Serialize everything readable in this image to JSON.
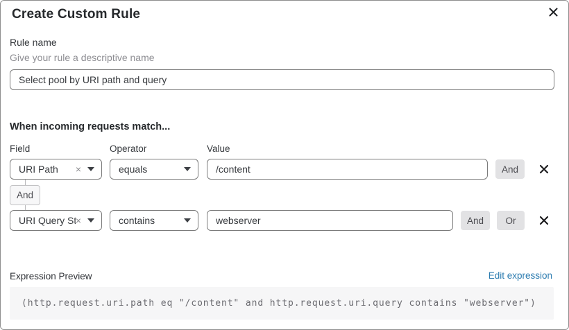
{
  "dialog": {
    "title": "Create Custom Rule"
  },
  "rule_name": {
    "label": "Rule name",
    "help": "Give your rule a descriptive name",
    "value": "Select pool by URI path and query"
  },
  "matcher": {
    "heading": "When incoming requests match...",
    "columns": {
      "field": "Field",
      "operator": "Operator",
      "value": "Value"
    },
    "rows": [
      {
        "field": "URI Path",
        "clear": "×",
        "operator": "equals",
        "value": "/content",
        "buttons": [
          "And"
        ]
      },
      {
        "field": "URI Query St...",
        "clear": "×",
        "operator": "contains",
        "value": "webserver",
        "buttons": [
          "And",
          "Or"
        ]
      }
    ],
    "connector_label": "And"
  },
  "expression": {
    "label": "Expression Preview",
    "edit_link": "Edit expression",
    "code": "(http.request.uri.path eq \"/content\" and http.request.uri.query contains \"webserver\")"
  },
  "colors": {
    "link_blue": "#2c7cb0",
    "button_gray": "#e2e2e4",
    "input_border": "#7b7b7b"
  }
}
